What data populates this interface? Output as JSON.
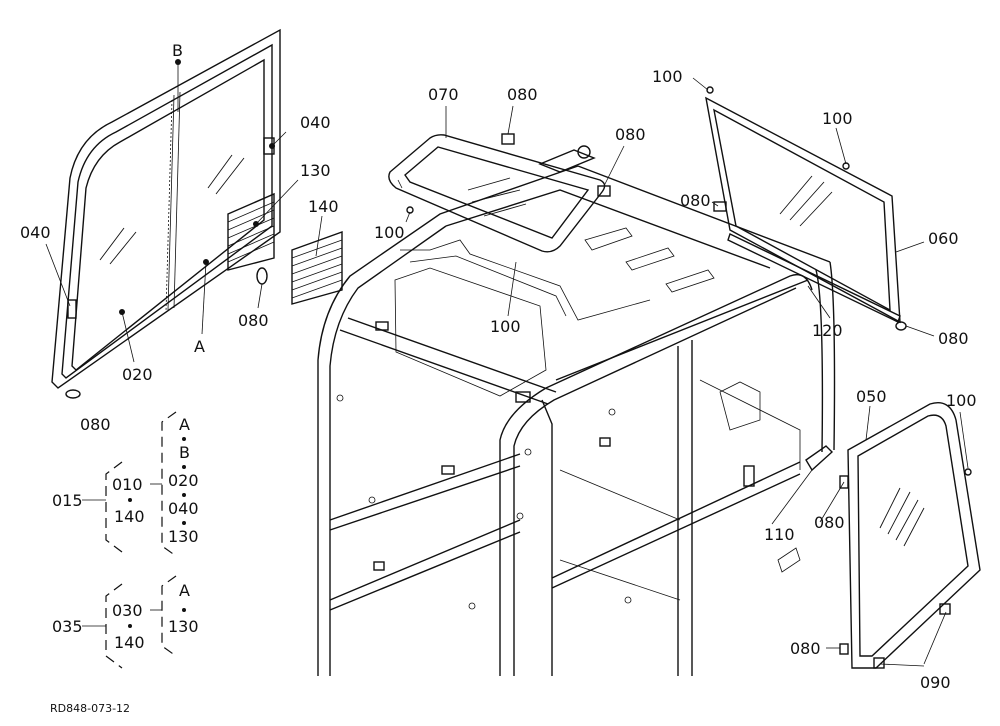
{
  "callouts": {
    "c_b": "B",
    "c_040_top": "040",
    "c_130": "130",
    "c_140": "140",
    "c_040_left": "040",
    "c_080_mid": "080",
    "c_a": "A",
    "c_020": "020",
    "c_080_bl": "080",
    "c_070": "070",
    "c_080_roof1": "080",
    "c_080_roof2": "080",
    "c_100_roof": "100",
    "c_100_center": "100",
    "c_100_top": "100",
    "c_100_glass": "100",
    "c_080_skylight": "080",
    "c_060": "060",
    "c_120": "120",
    "c_080_r": "080",
    "c_050": "050",
    "c_100_door": "100",
    "c_110": "110",
    "c_080_door": "080",
    "c_080_door_low": "080",
    "c_090": "090"
  },
  "kit_015": {
    "code": "015",
    "sub1": "010",
    "sub2": "140",
    "items": [
      "A",
      "B",
      "020",
      "040",
      "130"
    ]
  },
  "kit_035": {
    "code": "035",
    "sub1": "030",
    "sub2": "140",
    "items": [
      "A",
      "130"
    ]
  },
  "drawing_id": "RD848-073-12"
}
